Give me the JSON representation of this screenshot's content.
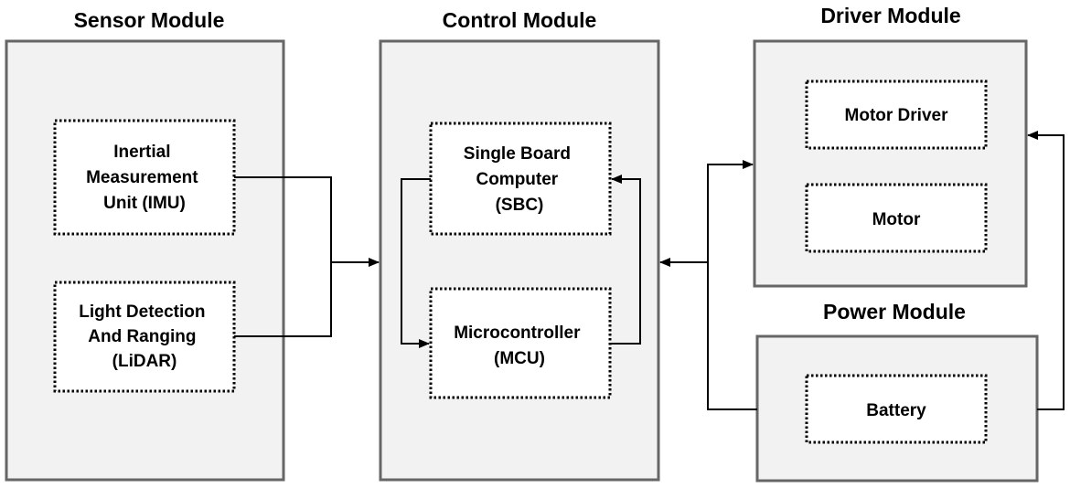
{
  "modules": {
    "sensor": {
      "title": "Sensor Module",
      "components": {
        "imu": [
          "Inertial",
          "Measurement",
          "Unit (IMU)"
        ],
        "lidar": [
          "Light Detection",
          "And Ranging",
          "(LiDAR)"
        ]
      }
    },
    "control": {
      "title": "Control Module",
      "components": {
        "sbc": [
          "Single Board",
          "Computer",
          "(SBC)"
        ],
        "mcu": [
          "Microcontroller",
          "(MCU)"
        ]
      }
    },
    "driver": {
      "title": "Driver Module",
      "components": {
        "motor_driver": [
          "Motor Driver"
        ],
        "motor": [
          "Motor"
        ]
      }
    },
    "power": {
      "title": "Power Module",
      "components": {
        "battery": [
          "Battery"
        ]
      }
    }
  },
  "colors": {
    "module_fill": "#f2f2f2",
    "module_stroke": "#666666",
    "component_fill": "#ffffff",
    "component_stroke": "#000000",
    "connector": "#000000"
  }
}
